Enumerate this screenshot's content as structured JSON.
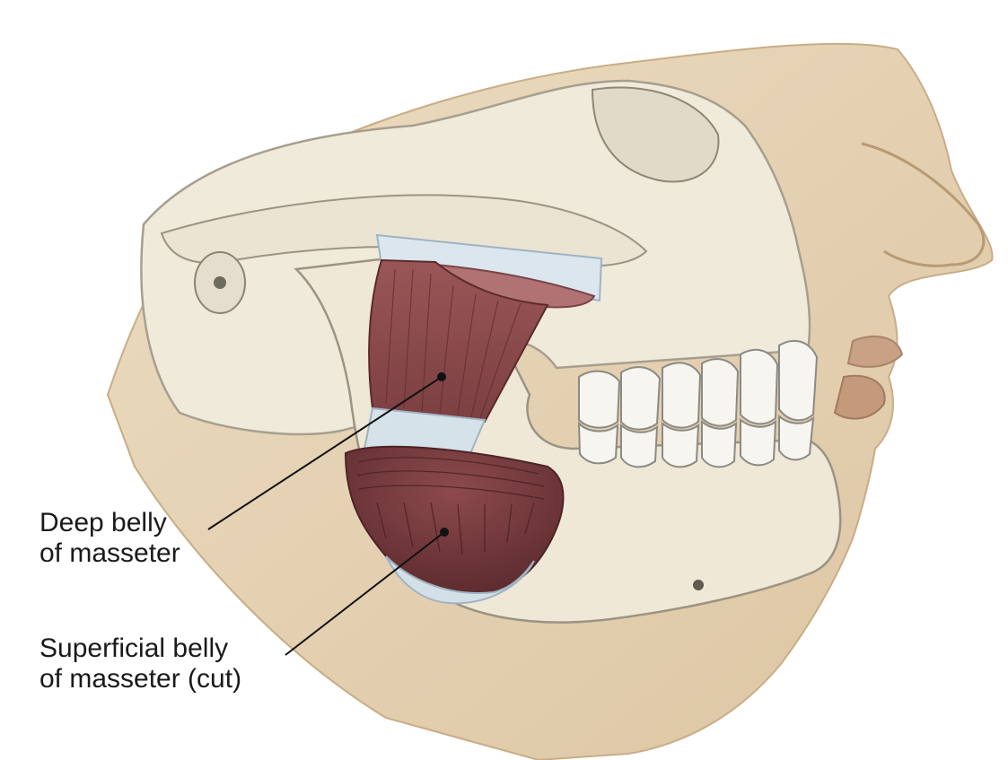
{
  "labels": {
    "deep_belly": {
      "line1": "Deep belly",
      "line2": "of masseter"
    },
    "superficial_belly": {
      "line1": "Superficial belly",
      "line2": "of masseter (cut)"
    }
  },
  "colors": {
    "background": "#ffffff",
    "skin": "#e6d3b6",
    "bone": "#f1ebdc",
    "bone_shadow": "#ddd5c3",
    "muscle": "#8a4a4c",
    "muscle_dark": "#6a3235",
    "tendon": "#c9d8e2",
    "teeth": "#f7f5f0",
    "leader_line": "#111111",
    "label_text": "#1a1a1a"
  }
}
